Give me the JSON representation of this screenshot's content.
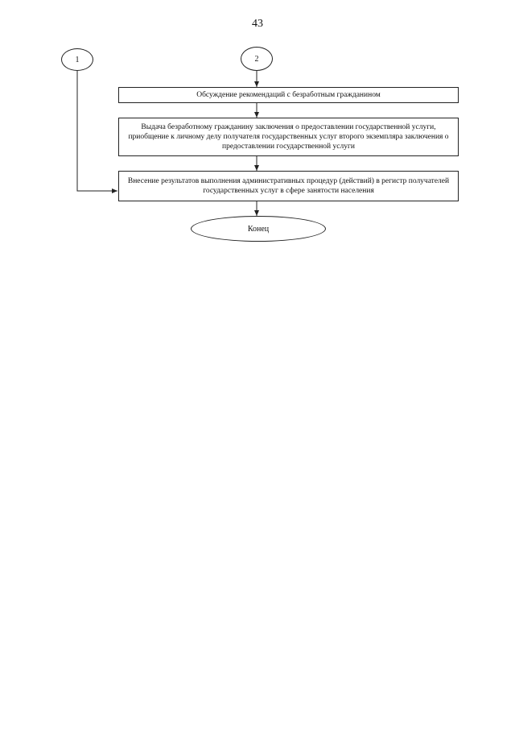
{
  "page_number": "43",
  "connectors": {
    "left": "1",
    "right": "2"
  },
  "steps": [
    "Обсуждение рекомендаций с безработным гражданином",
    "Выдача безработному гражданину заключения о предоставлении государственной услуги, приобщение к личному делу получателя государственных услуг второго экземпляра заключения о предоставлении государственной услуги",
    "Внесение результатов выполнения административных процедур (действий) в регистр получателей государственных услуг в сфере занятости населения"
  ],
  "end_label": "Конец"
}
